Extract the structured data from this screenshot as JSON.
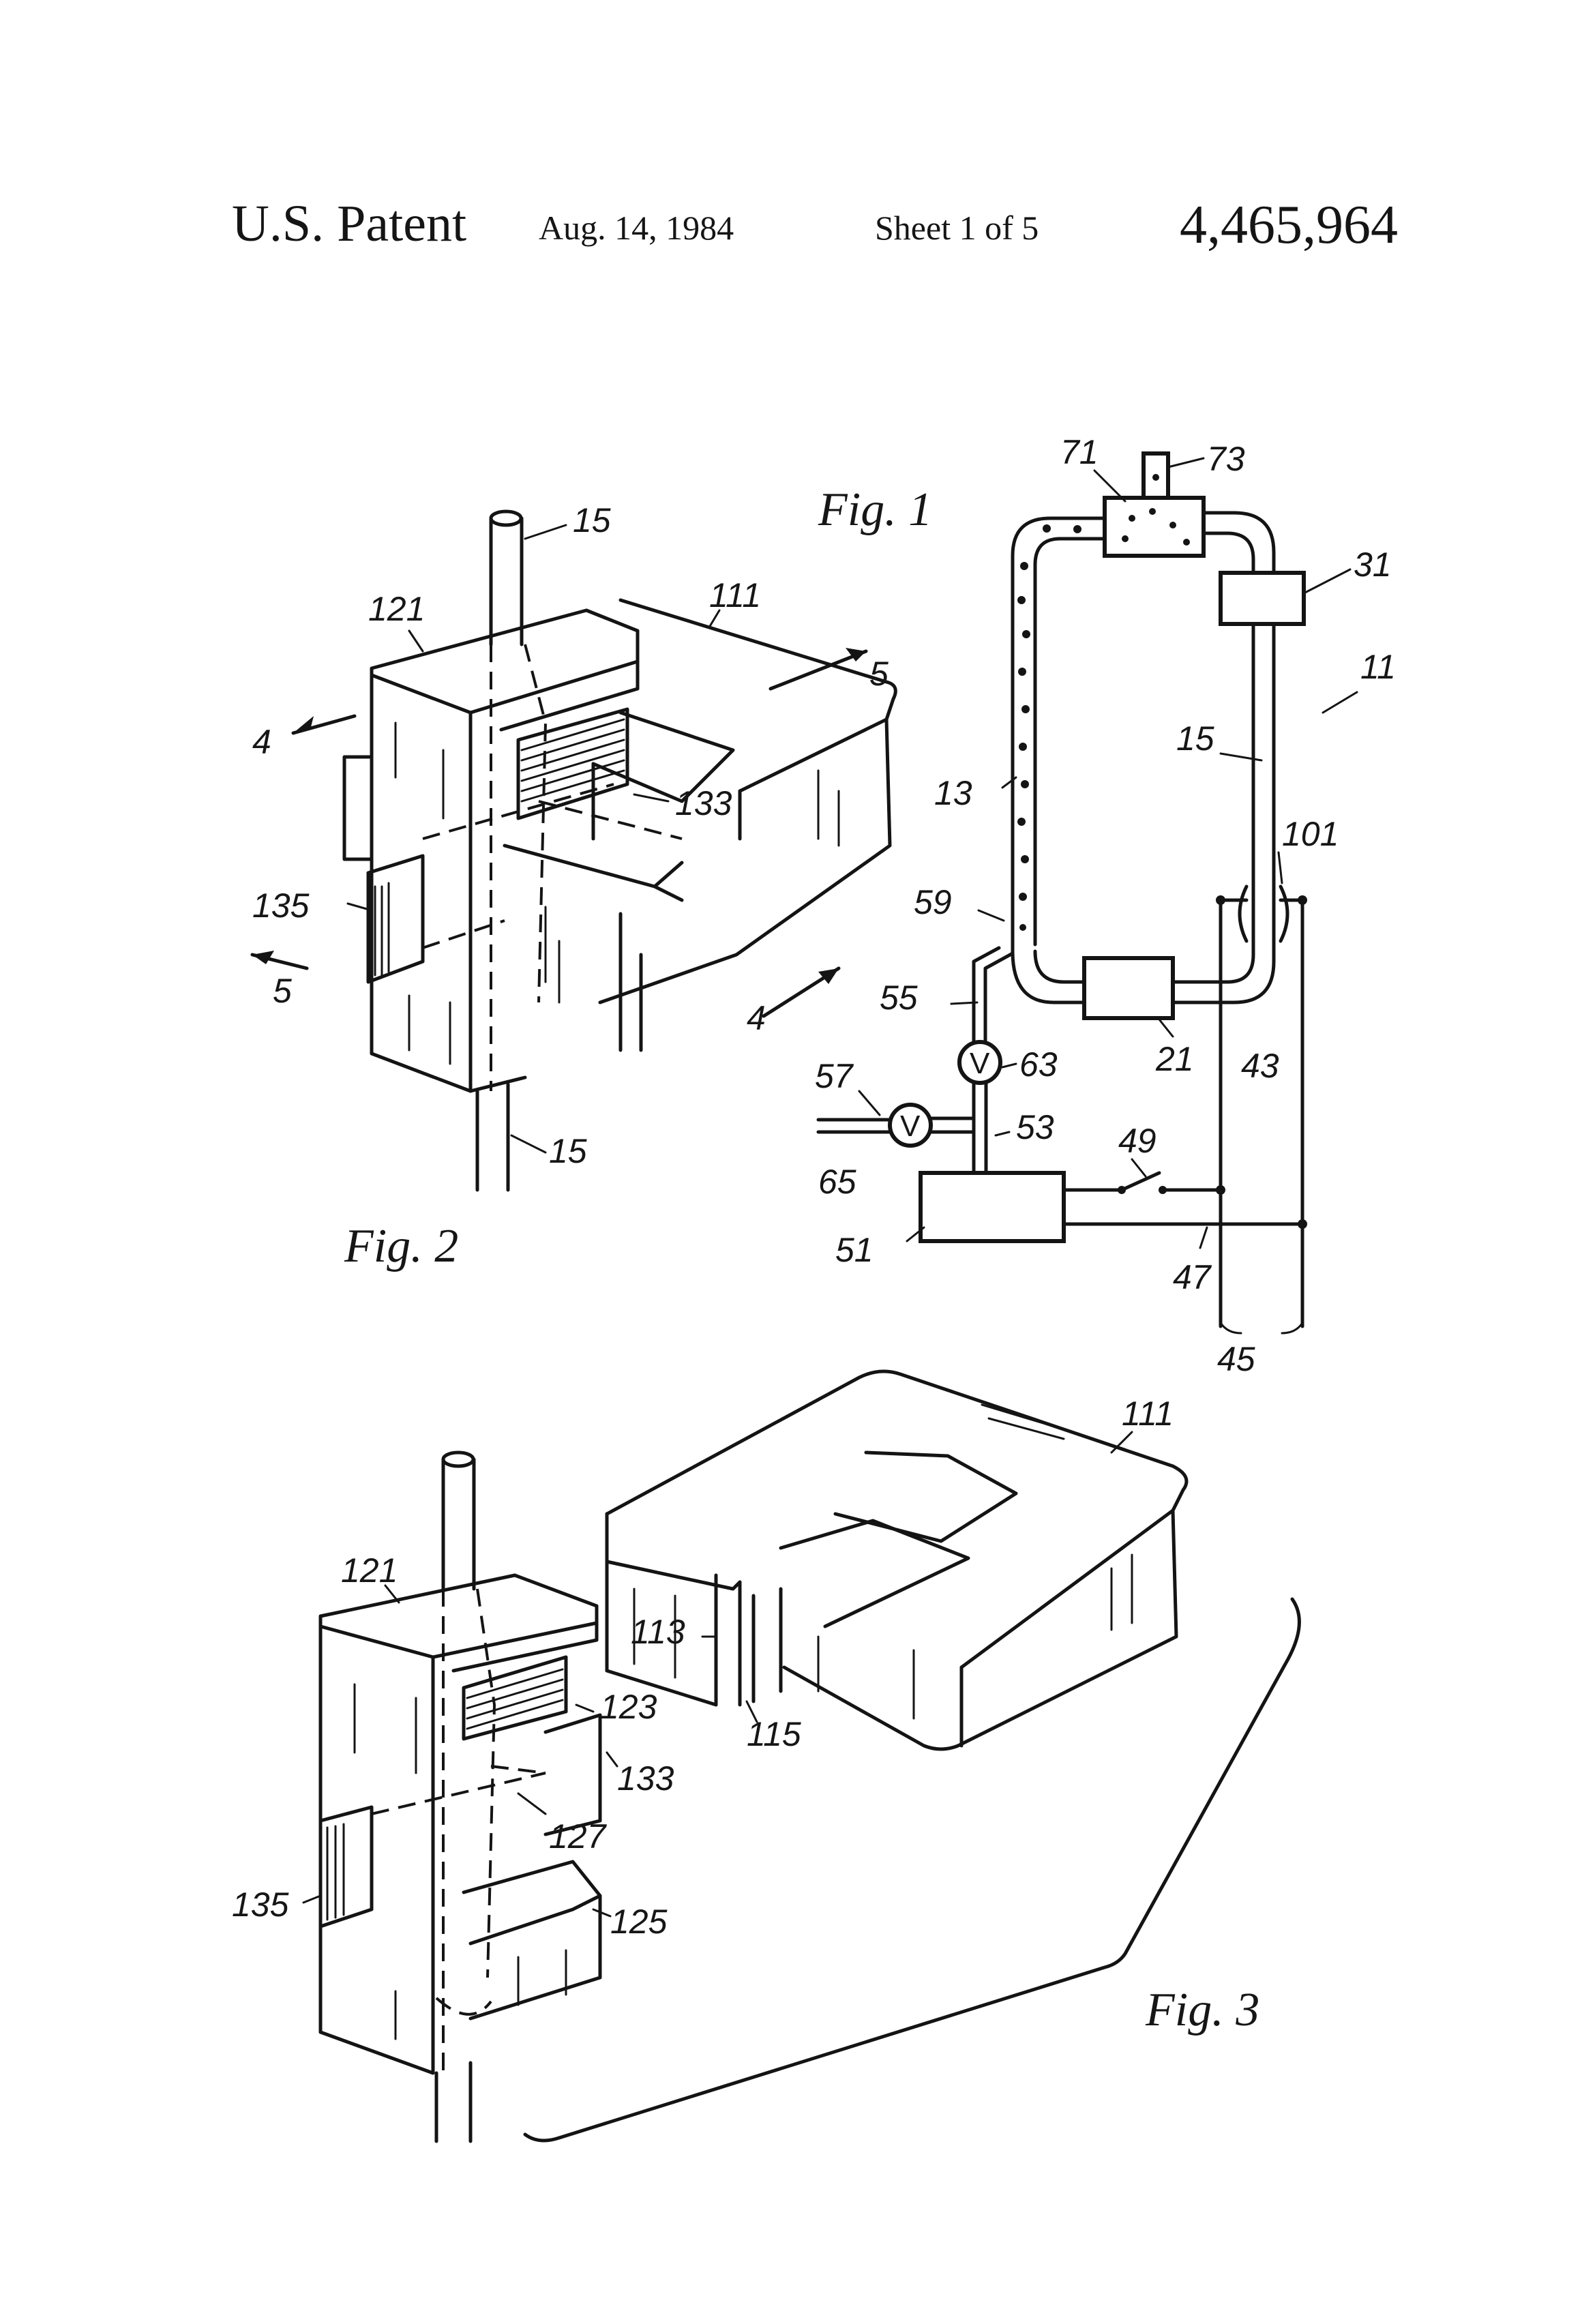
{
  "header": {
    "left": "U.S. Patent",
    "date": "Aug. 14, 1984",
    "sheet": "Sheet 1 of 5",
    "number": "4,465,964"
  },
  "figures": {
    "fig1": {
      "caption": "Fig. 1",
      "labels": [
        "71",
        "73",
        "31",
        "11",
        "15",
        "101",
        "13",
        "59",
        "55",
        "21",
        "63",
        "43",
        "57",
        "53",
        "49",
        "65",
        "51",
        "47",
        "45"
      ],
      "valve_letter": "V"
    },
    "fig2": {
      "caption": "Fig. 2",
      "labels": [
        "15",
        "121",
        "111",
        "5",
        "4",
        "133",
        "135",
        "5",
        "4",
        "15"
      ]
    },
    "fig3": {
      "caption": "Fig. 3",
      "labels": [
        "111",
        "121",
        "113",
        "123",
        "115",
        "133",
        "127",
        "125",
        "135"
      ]
    }
  }
}
